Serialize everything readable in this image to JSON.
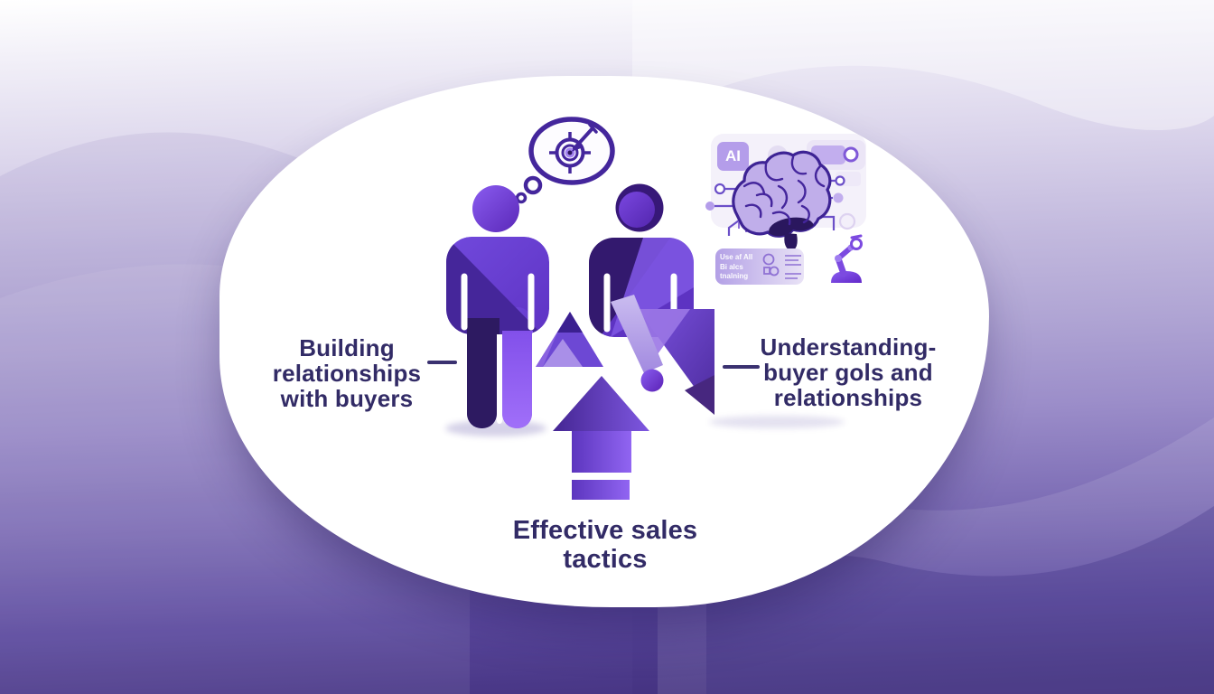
{
  "infographic": {
    "left_label": {
      "lines": [
        "Building",
        "relationships",
        "with buyers"
      ]
    },
    "right_label": {
      "lines": [
        "Understanding-",
        "buyer gols and",
        "relationships"
      ]
    },
    "bottom_label": "Effective sales tactics",
    "ai_chip_label": "AI",
    "ai_card": {
      "lines": [
        "Use af All",
        "Bi alcs",
        "tnalning"
      ]
    }
  },
  "colors": {
    "label_text": "#322b66",
    "outline_purple": "#44269c",
    "figure_purple": "#6d43d8",
    "navy_purple": "#2d1a61",
    "lavender": "#b2a0e6",
    "brain_fill": "#c0aeea",
    "background_bottom": "#44317f",
    "blob": "#ffffff"
  },
  "icons": [
    "thought-bubble-icon",
    "target-icon",
    "dart-icon",
    "person-icon",
    "brain-icon",
    "ai-chip-icon",
    "circuit-icon",
    "robot-arm-icon",
    "gear-icon",
    "growth-arrow-icon",
    "pyramid-icon",
    "alert-dot-icon"
  ]
}
